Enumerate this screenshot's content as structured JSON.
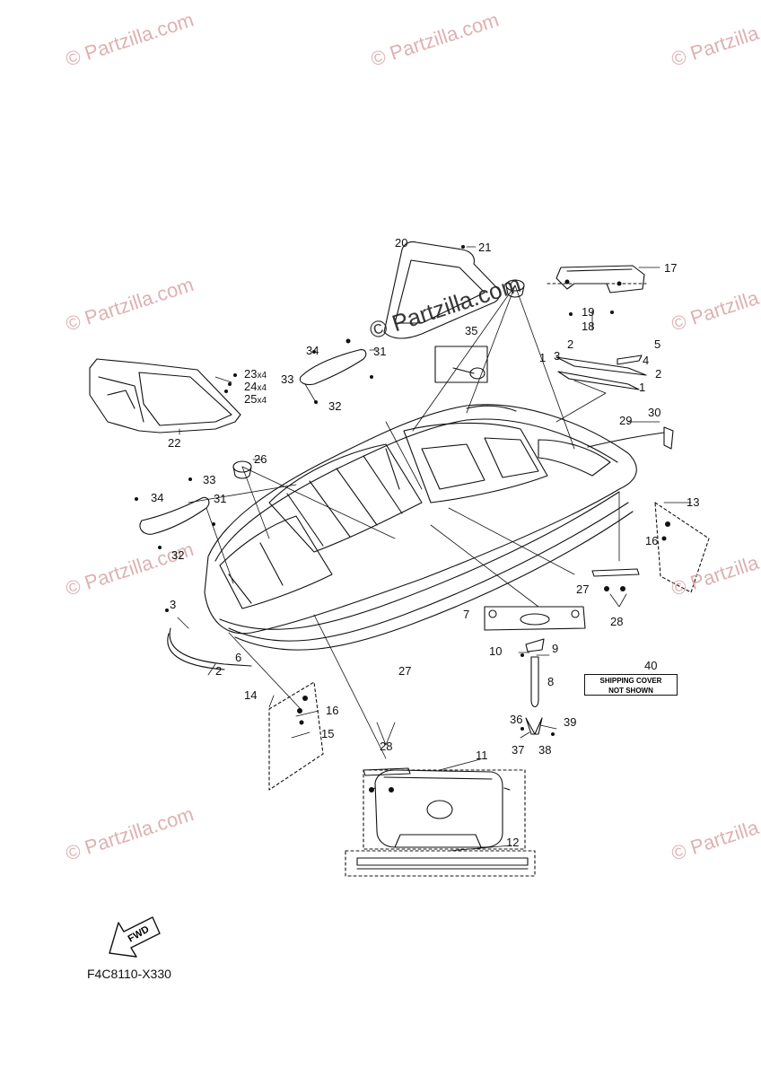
{
  "watermarks": [
    "© Partzilla.com"
  ],
  "watermark_main": "© Partzilla.com",
  "callouts": {
    "c1a": "1",
    "c1b": "1",
    "c2a": "2",
    "c2b": "2",
    "c2c": "2",
    "c3a": "3",
    "c3b": "3",
    "c4": "4",
    "c5": "5",
    "c6": "6",
    "c7": "7",
    "c8": "8",
    "c9": "9",
    "c10": "10",
    "c11": "11",
    "c12": "12",
    "c13": "13",
    "c14": "14",
    "c15": "15",
    "c16a": "16",
    "c16b": "16",
    "c17": "17",
    "c18": "18",
    "c19": "19",
    "c20": "20",
    "c21": "21",
    "c22": "22",
    "c23": "23",
    "c24": "24",
    "c25": "25",
    "x4": "x4",
    "c26": "26",
    "c27a": "27",
    "c27b": "27",
    "c28a": "28",
    "c28b": "28",
    "c29": "29",
    "c30": "30",
    "c31a": "31",
    "c31b": "31",
    "c32a": "32",
    "c32b": "32",
    "c33a": "33",
    "c33b": "33",
    "c34a": "34",
    "c34b": "34",
    "c35": "35",
    "c36": "36",
    "c37": "37",
    "c38": "38",
    "c39": "39",
    "c40": "40"
  },
  "shipping_note": {
    "line1": "SHIPPING COVER",
    "line2": "NOT SHOWN"
  },
  "fwd_label": "FWD",
  "drawing_code": "F4C8110-X330",
  "colors": {
    "ink": "#111111",
    "watermark": "#d9a4a4"
  }
}
